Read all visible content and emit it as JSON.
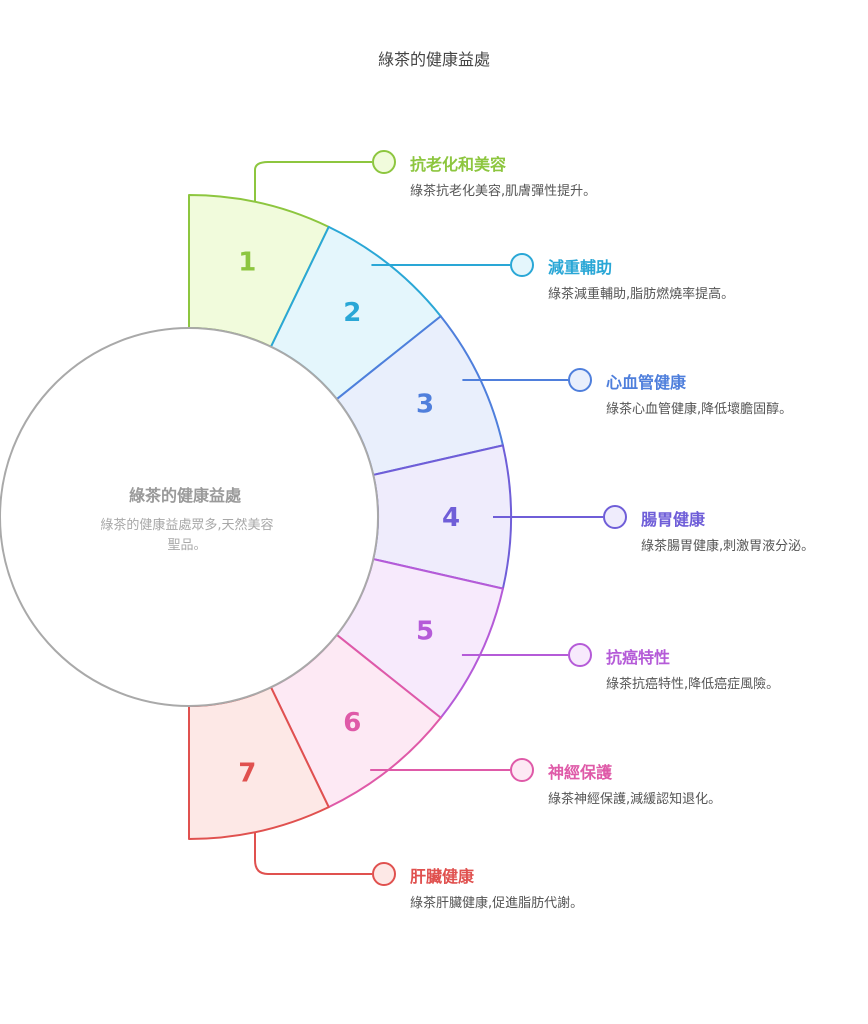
{
  "title": "綠茶的健康益處",
  "center": {
    "title": "綠茶的健康益處",
    "description": "綠茶的健康益處眾多,天然美容聖品。"
  },
  "items": [
    {
      "number": "1",
      "title": "抗老化和美容",
      "description": "綠茶抗老化美容,肌膚彈性提升。",
      "color": "#8dc63f",
      "fill": "#f1fbdc"
    },
    {
      "number": "2",
      "title": "減重輔助",
      "description": "綠茶減重輔助,脂肪燃燒率提高。",
      "color": "#2aa7d6",
      "fill": "#e4f6fc"
    },
    {
      "number": "3",
      "title": "心血管健康",
      "description": "綠茶心血管健康,降低壞膽固醇。",
      "color": "#4f7fdc",
      "fill": "#e9effc"
    },
    {
      "number": "4",
      "title": "腸胃健康",
      "description": "綠茶腸胃健康,刺激胃液分泌。",
      "color": "#6f5ed8",
      "fill": "#efecfc"
    },
    {
      "number": "5",
      "title": "抗癌特性",
      "description": "綠茶抗癌特性,降低癌症風險。",
      "color": "#b55bd8",
      "fill": "#f7eafc"
    },
    {
      "number": "6",
      "title": "神經保護",
      "description": "綠茶神經保護,減緩認知退化。",
      "color": "#df5aa8",
      "fill": "#fde9f4"
    },
    {
      "number": "7",
      "title": "肝臟健康",
      "description": "綠茶肝臟健康,促進脂肪代謝。",
      "color": "#e0514f",
      "fill": "#fde8e6"
    }
  ]
}
